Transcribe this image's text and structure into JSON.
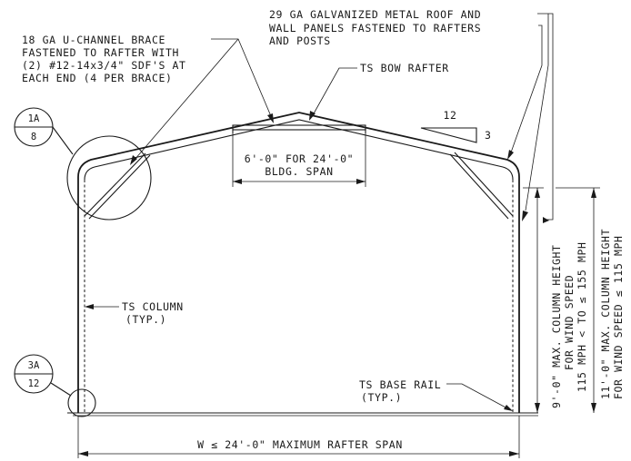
{
  "labels": {
    "roof_panel_line1": "29 GA GALVANIZED METAL ROOF AND",
    "roof_panel_line2": "WALL PANELS FASTENED TO RAFTERS",
    "roof_panel_line3": "AND POSTS",
    "brace_line1": "18 GA U-CHANNEL BRACE",
    "brace_line2": "FASTENED TO RAFTER WITH",
    "brace_line3": "(2) #12-14x3/4\" SDF'S AT",
    "brace_line4": "EACH END (4 PER BRACE)",
    "bow_rafter": "TS BOW RAFTER",
    "brace_span_line1": "6'-0\" FOR 24'-0\"",
    "brace_span_line2": "BLDG. SPAN",
    "ts_column_line1": "TS COLUMN",
    "ts_column_line2": "(TYP.)",
    "base_rail_line1": "TS BASE RAIL",
    "base_rail_line2": "(TYP.)",
    "span_dimension": "W ≤ 24'-0\" MAXIMUM RAFTER SPAN",
    "height_9_line1": "9'-0\" MAX. COLUMN HEIGHT",
    "height_9_line2": "FOR WIND SPEED",
    "height_9_line3": "115 MPH < TO ≤ 155 MPH",
    "height_11_line1": "11'-0\" MAX. COLUMN HEIGHT",
    "height_11_line2": "FOR WIND SPEED ≤ 115 MPH"
  },
  "slope": {
    "run": "12",
    "rise": "3"
  },
  "callouts": [
    {
      "detail": "1A",
      "sheet": "8"
    },
    {
      "detail": "3A",
      "sheet": "12"
    }
  ]
}
